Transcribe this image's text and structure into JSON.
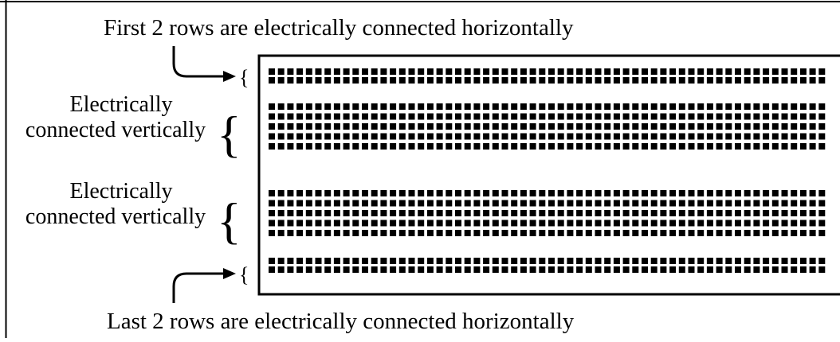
{
  "labels": {
    "top_caption": "First 2 rows are electrically connected horizontally",
    "bottom_caption": "Last 2 rows are electrically connected horizontally",
    "upper_group_line1": "Electrically",
    "upper_group_line2": "connected vertically",
    "lower_group_line1": "Electrically",
    "lower_group_line2": "connected vertically"
  },
  "breadboard": {
    "top_rail_rows": 2,
    "upper_terminal_rows": 5,
    "lower_terminal_rows": 5,
    "bottom_rail_rows": 2,
    "columns_shown": 60,
    "color": "#000000"
  },
  "icons": {
    "top_arrow": "curved-arrow-right-icon",
    "bottom_arrow": "curved-arrow-right-icon",
    "braces": "curly-brace-icon"
  }
}
